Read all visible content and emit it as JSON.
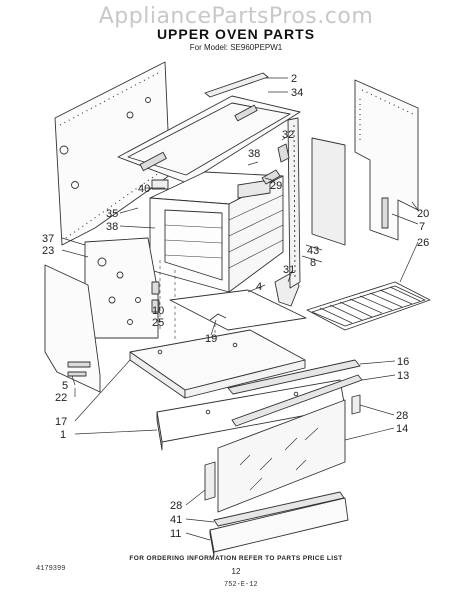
{
  "watermark": "AppliancePartsPros.com",
  "title": "UPPER OVEN PARTS",
  "model_line": "For Model: SE960PEPW1",
  "callouts": [
    "2",
    "34",
    "32",
    "38",
    "29",
    "40",
    "35",
    "38",
    "20",
    "7",
    "37",
    "23",
    "43",
    "8",
    "26",
    "31",
    "4",
    "10",
    "25",
    "19",
    "16",
    "13",
    "5",
    "22",
    "17",
    "1",
    "28",
    "14",
    "28",
    "41",
    "11"
  ],
  "footer": {
    "ordering_info": "FOR ORDERING INFORMATION REFER TO PARTS PRICE LIST",
    "code": "4179399",
    "page": "12",
    "date_code": "752-E-12"
  }
}
